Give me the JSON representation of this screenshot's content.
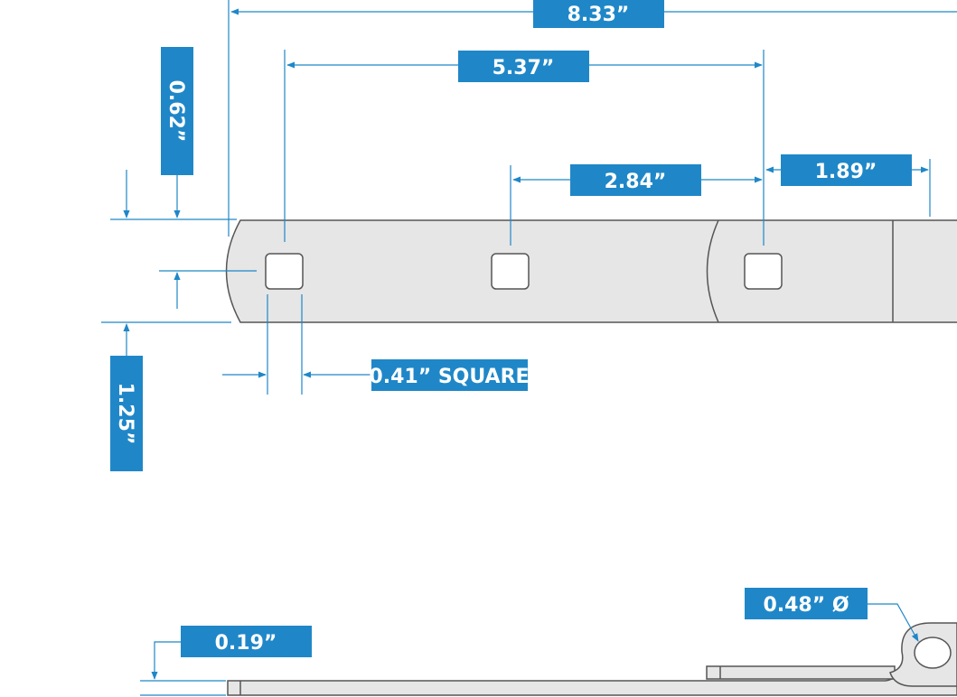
{
  "colors": {
    "accent": "#1f87c8",
    "part_fill": "#e6e6e6",
    "part_stroke": "#555555",
    "background": "#ffffff"
  },
  "dimensions": {
    "overall_length": "8.33”",
    "hole_spacing_outer": "5.37”",
    "hole_spacing_inner": "2.84”",
    "end_offset": "1.89”",
    "hole_edge_offset": "0.62”",
    "strap_width": "1.25”",
    "hole_size": "0.41” SQUARE",
    "thickness": "0.19”",
    "pin_diameter": "0.48” Ø"
  }
}
